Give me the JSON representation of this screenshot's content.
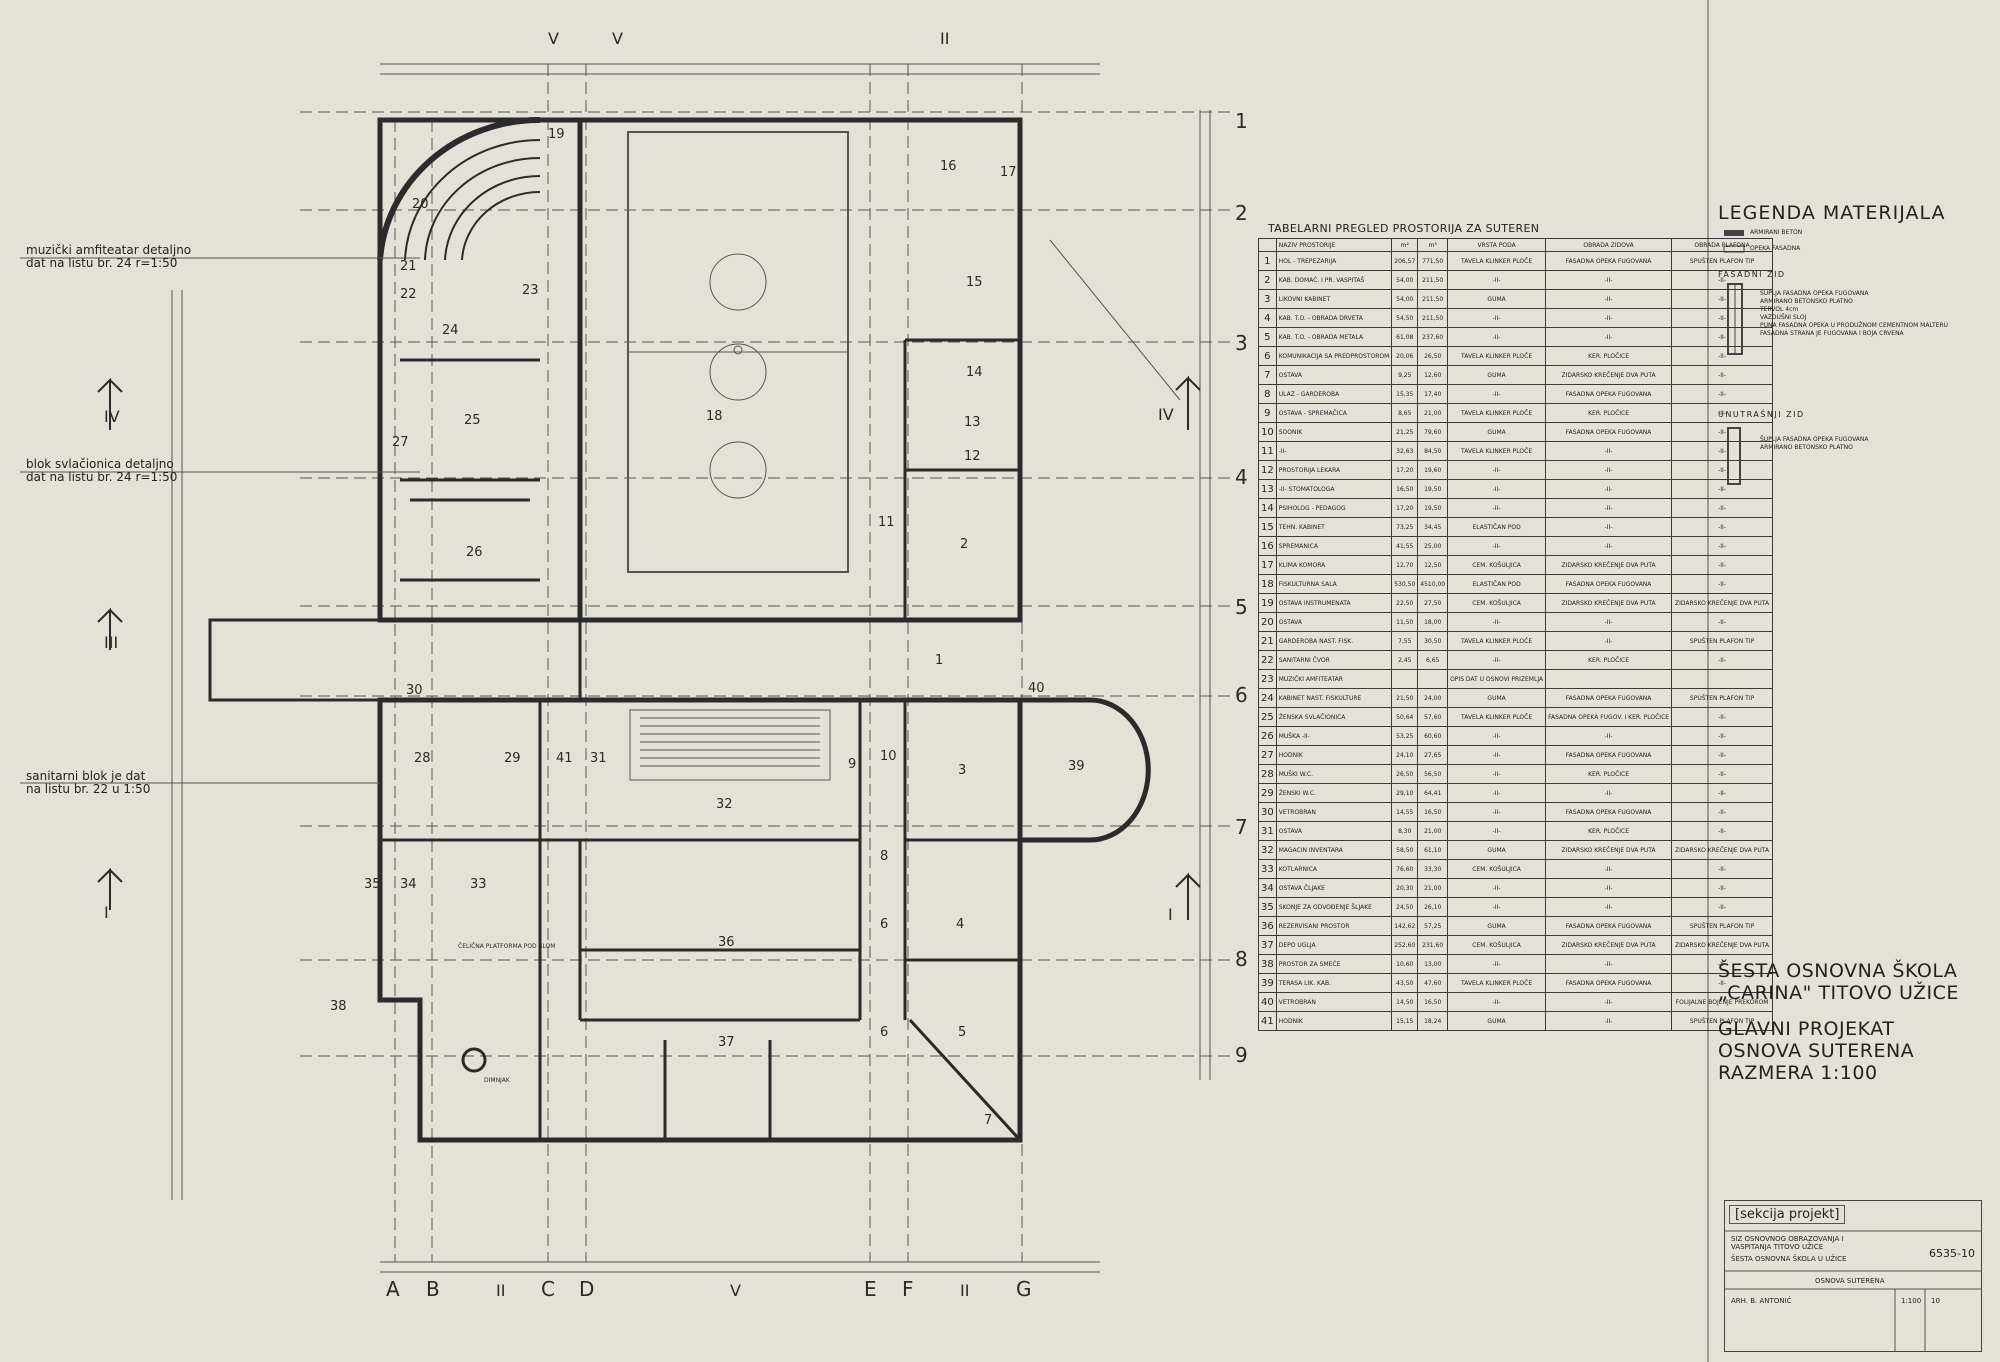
{
  "title_block": {
    "school_line1": "ŠESTA OSNOVNA ŠKOLA",
    "school_line2": "„CARINA\" TITOVO UŽICE",
    "project_line1": "GLAVNI PROJEKAT",
    "project_line2": "OSNOVA SUTERENA",
    "scale_line": "RAZMERA 1:100"
  },
  "legend": {
    "title": "LEGENDA MATERIJALA",
    "items": [
      "ARMIRANI BETON",
      "OPEKA FASADNA"
    ],
    "outer_wall_title": "FASADNI ZID",
    "outer_wall_items": [
      "ŠUPLJA FASADNA OPEKA FUGOVANA",
      "ARMIRANO BETONSKO PLATNO",
      "TERVOL 4cm",
      "VAZDUŠNI SLOJ",
      "PUNA FASADNA OPEKA U PRODUŽNOM CEMENTNOM MALTERU",
      "FASADNA STRANA JE FUGOVANA I BOJA CRVENA"
    ],
    "inner_wall_title": "UNUTRAŠNJI ZID",
    "inner_wall_items": [
      "ŠUPLJA FASADNA OPEKA FUGOVANA",
      "ARMIRANO BETONSKO PLATNO"
    ]
  },
  "table": {
    "caption": "TABELARNI PREGLED PROSTORIJA ZA SUTEREN",
    "headers": [
      "NAZIV PROSTORIJE",
      "m²",
      "m³",
      "VRSTA PODA",
      "OBRADA ZIDOVA",
      "OBRADA PLAFONA"
    ],
    "rows": [
      {
        "no": "1",
        "name": "HOL - TREPEZARIJA",
        "a": "206,57",
        "b": "771,50",
        "floor": "TAVELA KLINKER PLOČE",
        "wall": "FASADNA OPEKA FUGOVANA",
        "ceil": "SPUŠTEN PLAFON TIP"
      },
      {
        "no": "2",
        "name": "KAB. DOMAĆ. I PR. VASPITAŠ",
        "a": "54,00",
        "b": "211,50",
        "floor": "-II-",
        "wall": "-II-",
        "ceil": "-II-"
      },
      {
        "no": "3",
        "name": "LIKOVNI KABINET",
        "a": "54,00",
        "b": "211,50",
        "floor": "GUMA",
        "wall": "-II-",
        "ceil": "-II-"
      },
      {
        "no": "4",
        "name": "KAB. T.O. - OBRADA DRVETA",
        "a": "54,50",
        "b": "211,50",
        "floor": "-II-",
        "wall": "-II-",
        "ceil": "-II-"
      },
      {
        "no": "5",
        "name": "KAB. T.O. - OBRADA METALA",
        "a": "61,08",
        "b": "237,60",
        "floor": "-II-",
        "wall": "-II-",
        "ceil": "-II-"
      },
      {
        "no": "6",
        "name": "KOMUNIKACIJA SA PREDPROSTOROM",
        "a": "20,06",
        "b": "26,50",
        "floor": "TAVELA KLINKER PLOČE",
        "wall": "KER. PLOČICE",
        "ceil": "-II-"
      },
      {
        "no": "7",
        "name": "OSTAVA",
        "a": "9,25",
        "b": "12,60",
        "floor": "GUMA",
        "wall": "ZIDARSKO KREČENJE DVA PUTA",
        "ceil": "-II-"
      },
      {
        "no": "8",
        "name": "ULAZ - GARDEROBA",
        "a": "15,35",
        "b": "17,40",
        "floor": "-II-",
        "wall": "FASADNA OPEKA FUGOVANA",
        "ceil": "-II-"
      },
      {
        "no": "9",
        "name": "OSTAVA - SPREMAČICA",
        "a": "8,65",
        "b": "21,00",
        "floor": "TAVELA KLINKER PLOČE",
        "wall": "KER. PLOČICE",
        "ceil": "-II-"
      },
      {
        "no": "10",
        "name": "SOONIK",
        "a": "21,25",
        "b": "79,60",
        "floor": "GUMA",
        "wall": "FASADNA OPEKA FUGOVANA",
        "ceil": "-II-"
      },
      {
        "no": "11",
        "name": "-II-",
        "a": "32,63",
        "b": "84,50",
        "floor": "TAVELA KLINKER PLOČE",
        "wall": "-II-",
        "ceil": "-II-"
      },
      {
        "no": "12",
        "name": "PROSTORIJA LEKARA",
        "a": "17,20",
        "b": "19,60",
        "floor": "-II-",
        "wall": "-II-",
        "ceil": "-II-"
      },
      {
        "no": "13",
        "name": "-II- STOMATOLOGA",
        "a": "16,50",
        "b": "19,50",
        "floor": "-II-",
        "wall": "-II-",
        "ceil": "-II-"
      },
      {
        "no": "14",
        "name": "PSIHOLOG - PEDAGOG",
        "a": "17,20",
        "b": "19,50",
        "floor": "-II-",
        "wall": "-II-",
        "ceil": "-II-"
      },
      {
        "no": "15",
        "name": "TEHN. KABINET",
        "a": "73,25",
        "b": "34,45",
        "floor": "ELASTIČAN POD",
        "wall": "-II-",
        "ceil": "-II-"
      },
      {
        "no": "16",
        "name": "SPREMANICA",
        "a": "41,55",
        "b": "25,00",
        "floor": "-II-",
        "wall": "-II-",
        "ceil": "-II-"
      },
      {
        "no": "17",
        "name": "KLIMA KOMORA",
        "a": "12,70",
        "b": "12,50",
        "floor": "CEM. KOŠULJICA",
        "wall": "ZIDARSKO KREČENJE DVA PUTA",
        "ceil": "-II-"
      },
      {
        "no": "18",
        "name": "FISKULTURNA SALA",
        "a": "530,50",
        "b": "4510,00",
        "floor": "ELASTIČAN POD",
        "wall": "FASADNA OPEKA FUGOVANA",
        "ceil": "-II-"
      },
      {
        "no": "19",
        "name": "OSTAVA INSTRUMENATA",
        "a": "22,50",
        "b": "27,50",
        "floor": "CEM. KOŠULJICA",
        "wall": "ZIDARSKO KREČENJE DVA PUTA",
        "ceil": "ZIDARSKO KREČENJE DVA PUTA"
      },
      {
        "no": "20",
        "name": "OSTAVA",
        "a": "11,50",
        "b": "18,00",
        "floor": "-II-",
        "wall": "-II-",
        "ceil": "-II-"
      },
      {
        "no": "21",
        "name": "GARDEROBA NAST. FISK.",
        "a": "7,55",
        "b": "30,50",
        "floor": "TAVELA KLINKER PLOČE",
        "wall": "-II-",
        "ceil": "SPUŠTEN PLAFON TIP"
      },
      {
        "no": "22",
        "name": "SANITARNI ČVOR",
        "a": "2,45",
        "b": "6,65",
        "floor": "-II-",
        "wall": "KER. PLOČICE",
        "ceil": "-II-"
      },
      {
        "no": "23",
        "name": "MUZIČKI AMFITEATAR",
        "a": "",
        "b": "",
        "floor": "OPIS DAT U OSNOVI PRIZEMLJA",
        "wall": "",
        "ceil": ""
      },
      {
        "no": "24",
        "name": "KABINET NAST. FISKULTURE",
        "a": "21,50",
        "b": "24,00",
        "floor": "GUMA",
        "wall": "FASADNA OPEKA FUGOVANA",
        "ceil": "SPUŠTEN PLAFON TIP"
      },
      {
        "no": "25",
        "name": "ŽENSKA SVLAČIONICA",
        "a": "50,64",
        "b": "57,60",
        "floor": "TAVELA KLINKER PLOČE",
        "wall": "FASADNA OPEKA FUGOV. I KER. PLOČICE",
        "ceil": "-II-"
      },
      {
        "no": "26",
        "name": "MUŠKA -II-",
        "a": "53,25",
        "b": "60,60",
        "floor": "-II-",
        "wall": "-II-",
        "ceil": "-II-"
      },
      {
        "no": "27",
        "name": "HODNIK",
        "a": "24,10",
        "b": "27,65",
        "floor": "-II-",
        "wall": "FASADNA OPEKA FUGOVANA",
        "ceil": "-II-"
      },
      {
        "no": "28",
        "name": "MUŠKI W.C.",
        "a": "26,50",
        "b": "56,50",
        "floor": "-II-",
        "wall": "KER. PLOČICE",
        "ceil": "-II-"
      },
      {
        "no": "29",
        "name": "ŽENSKI W.C.",
        "a": "29,10",
        "b": "64,41",
        "floor": "-II-",
        "wall": "-II-",
        "ceil": "-II-"
      },
      {
        "no": "30",
        "name": "VETROBRAN",
        "a": "14,55",
        "b": "16,50",
        "floor": "-II-",
        "wall": "FASADNA OPEKA FUGOVANA",
        "ceil": "-II-"
      },
      {
        "no": "31",
        "name": "OSTAVA",
        "a": "8,30",
        "b": "21,00",
        "floor": "-II-",
        "wall": "KER. PLOČICE",
        "ceil": "-II-"
      },
      {
        "no": "32",
        "name": "MAGACIN INVENTARA",
        "a": "58,50",
        "b": "61,10",
        "floor": "GUMA",
        "wall": "ZIDARSKO KREČENJE DVA PUTA",
        "ceil": "ZIDARSKO KREČENJE DVA PUTA"
      },
      {
        "no": "33",
        "name": "KOTLARNICA",
        "a": "76,60",
        "b": "33,30",
        "floor": "CEM. KOŠULJICA",
        "wall": "-II-",
        "ceil": "-II-"
      },
      {
        "no": "34",
        "name": "OSTAVA ČLJAKE",
        "a": "20,30",
        "b": "21,00",
        "floor": "-II-",
        "wall": "-II-",
        "ceil": "-II-"
      },
      {
        "no": "35",
        "name": "SKONJE ZA ODVOĐENJE ŠLJAKE",
        "a": "24,50",
        "b": "26,10",
        "floor": "-II-",
        "wall": "-II-",
        "ceil": "-II-"
      },
      {
        "no": "36",
        "name": "REZERVISANI PROSTOR",
        "a": "142,62",
        "b": "57,25",
        "floor": "GUMA",
        "wall": "FASADNA OPEKA FUGOVANA",
        "ceil": "SPUŠTEN PLAFON TIP"
      },
      {
        "no": "37",
        "name": "DEPO UGLJA",
        "a": "252,60",
        "b": "231,60",
        "floor": "CEM. KOŠULJICA",
        "wall": "ZIDARSKO KREČENJE DVA PUTA",
        "ceil": "ZIDARSKO KREČENJE DVA PUTA"
      },
      {
        "no": "38",
        "name": "PROSTOR ZA SMEĆE",
        "a": "10,60",
        "b": "13,00",
        "floor": "-II-",
        "wall": "-II-",
        "ceil": "-II-"
      },
      {
        "no": "39",
        "name": "TERASA LIK. KAB.",
        "a": "43,50",
        "b": "47,60",
        "floor": "TAVELA KLINKER PLOČE",
        "wall": "FASADNA OPEKA FUGOVANA",
        "ceil": "-II-"
      },
      {
        "no": "40",
        "name": "VETROBRAN",
        "a": "14,50",
        "b": "16,50",
        "floor": "-II-",
        "wall": "-II-",
        "ceil": "FOLIJALNE BOJENJE PREKOROM"
      },
      {
        "no": "41",
        "name": "HODNIK",
        "a": "15,15",
        "b": "18,24",
        "floor": "GUMA",
        "wall": "-II-",
        "ceil": "SPUŠTEN PLAFON TIP"
      }
    ]
  },
  "notes": [
    {
      "line1": "muzički amfiteatar detaljno",
      "line2": "dat na listu br. 24 r=1:50"
    },
    {
      "line1": "blok svlačionica detaljno",
      "line2": "dat na listu br. 24 r=1:50"
    },
    {
      "line1": "sanitarni blok je dat",
      "line2": "na listu br. 22 u 1:50"
    }
  ],
  "grid_rows": [
    "1",
    "2",
    "3",
    "4",
    "5",
    "6",
    "7",
    "8",
    "9"
  ],
  "grid_cols": [
    "A",
    "B",
    "C",
    "D",
    "E",
    "F",
    "G"
  ],
  "section_marks": [
    "I",
    "II",
    "III",
    "IV",
    "V"
  ],
  "rooms": [
    "1",
    "2",
    "3",
    "4",
    "5",
    "6",
    "6",
    "7",
    "8",
    "9",
    "10",
    "11",
    "12",
    "13",
    "14",
    "15",
    "16",
    "17",
    "18",
    "19",
    "20",
    "21",
    "22",
    "23",
    "24",
    "25",
    "26",
    "27",
    "28",
    "29",
    "30",
    "31",
    "32",
    "33",
    "34",
    "35",
    "36",
    "37",
    "38",
    "39",
    "40",
    "41"
  ],
  "misc_labels": {
    "chimney": "DIMNJAK",
    "ceiling_note": "ČELIČNA PLATFORMA POD SLOM"
  },
  "stamp": {
    "firm": "[sekcija projekt]",
    "investor": "SIZ OSNOVNOG OBRAZOVANJA I VASPITANJA TITOVO UŽICE",
    "object": "ŠESTA OSNOVNA ŠKOLA U UŽICE",
    "sheet_title": "OSNOVA SUTERENA",
    "sheet_number": "6535-10",
    "scale": "1:100",
    "authors": "ARH. B. ANTONIĆ",
    "sheet": "10"
  },
  "colors": {
    "paper": "#e3e1d8",
    "ink": "#2b2b2b"
  }
}
